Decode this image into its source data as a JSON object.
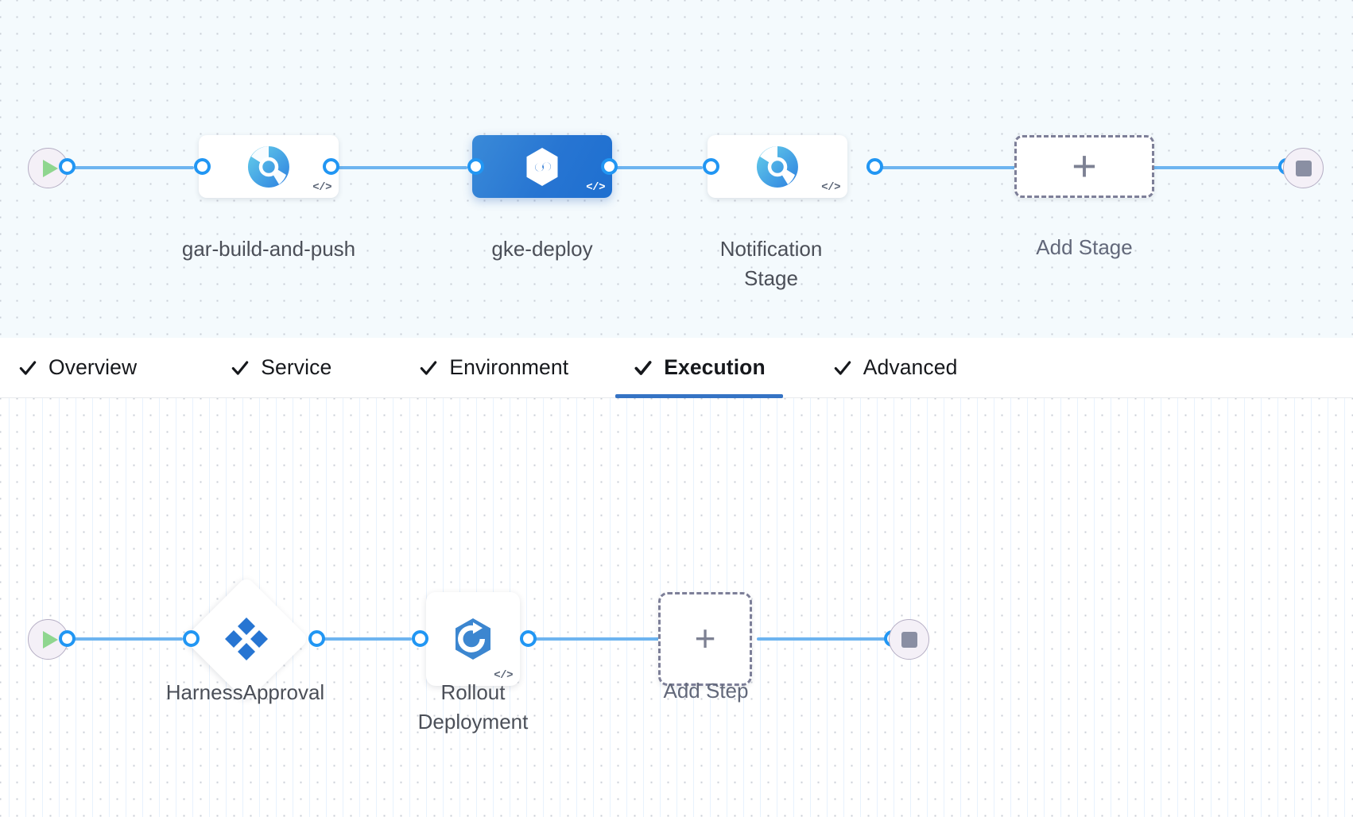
{
  "colors": {
    "accent": "#2196f3",
    "pipe": "#6db4f0",
    "selected_stage_start": "#3a8ad8",
    "selected_stage_end": "#1e6fd0",
    "tab_underline": "#3573c4",
    "canvas_top_bg": "#f4fafd",
    "canvas_bottom_bg": "#ffffff",
    "play_green": "#8fd68f",
    "stop_grey": "#8a8fa3",
    "dashed_border": "#7d7f98",
    "label_text": "#4b4f58",
    "tab_text": "#16181c"
  },
  "stage_graph": {
    "start_node": {
      "name": "Start",
      "icon": "play-icon"
    },
    "end_node": {
      "name": "End",
      "icon": "stop-icon"
    },
    "stages": [
      {
        "label": "gar-build-and-push",
        "icon": "harness-ci-build-icon",
        "selected": false,
        "has_code_badge": true,
        "code_badge": "</>"
      },
      {
        "label": "gke-deploy",
        "icon": "harness-cd-deploy-icon",
        "selected": true,
        "has_code_badge": true,
        "code_badge": "</>"
      },
      {
        "label": "Notification Stage",
        "icon": "harness-ci-build-icon",
        "selected": false,
        "has_code_badge": true,
        "code_badge": "</>"
      }
    ],
    "add_stage": {
      "label": "Add Stage",
      "icon": "plus-icon",
      "glyph": "+"
    }
  },
  "tabs": [
    {
      "label": "Overview",
      "checked": true,
      "active": false
    },
    {
      "label": "Service",
      "checked": true,
      "active": false
    },
    {
      "label": "Environment",
      "checked": true,
      "active": false
    },
    {
      "label": "Execution",
      "checked": true,
      "active": true
    },
    {
      "label": "Advanced",
      "checked": true,
      "active": false
    }
  ],
  "execution_graph": {
    "start_node": {
      "name": "Start",
      "icon": "play-icon"
    },
    "end_node": {
      "name": "End",
      "icon": "stop-icon"
    },
    "steps": [
      {
        "label": "HarnessApproval",
        "icon": "harness-approval-icon",
        "shape": "diamond",
        "has_code_badge": false
      },
      {
        "label": "Rollout Deployment",
        "icon": "kubernetes-rollout-icon",
        "shape": "square",
        "has_code_badge": true,
        "code_badge": "</>"
      }
    ],
    "add_step": {
      "label": "Add Step",
      "icon": "plus-icon",
      "glyph": "+"
    }
  }
}
